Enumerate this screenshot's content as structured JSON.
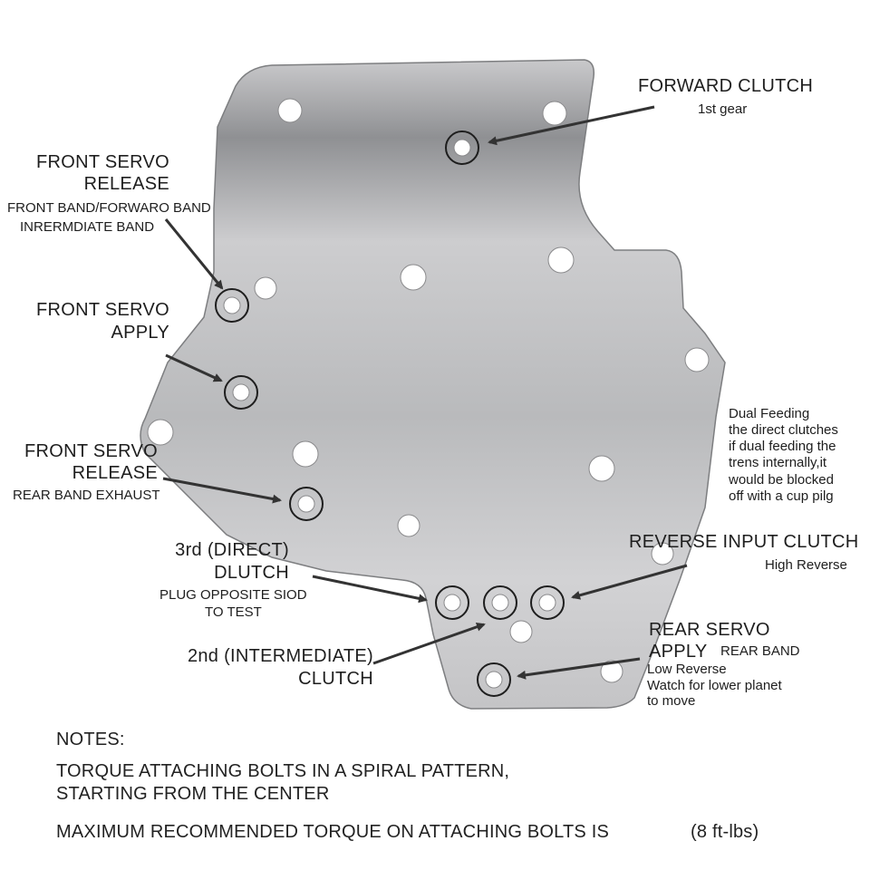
{
  "colors": {
    "plate_light": "#cfcfd1",
    "plate_dark": "#8e8f92",
    "stroke": "#222222",
    "arrow": "#333333"
  },
  "labels": {
    "forward_clutch": {
      "title": "FORWARD CLUTCH",
      "sub": "1st gear"
    },
    "front_servo_release_top": {
      "line1": "FRONT SERVO",
      "line2": "RELEASE",
      "sub1": "FRONT BAND/FORWARO BAND",
      "sub2": "INRERMDIATE BAND"
    },
    "front_servo_apply": {
      "line1": "FRONT SERVO",
      "line2": "APPLY"
    },
    "front_servo_release_bottom": {
      "line1": "FRONT SERVO",
      "line2": "RELEASE",
      "sub": "REAR BAND EXHAUST"
    },
    "direct_clutch": {
      "line1": "3rd (DIRECT)",
      "line2": "DLUTCH",
      "sub1": "PLUG OPPOSITE SIOD",
      "sub2": "TO TEST"
    },
    "intermediate_clutch": {
      "line1": "2nd (INTERMEDIATE)",
      "line2": "CLUTCH"
    },
    "dual_feeding": {
      "lines": [
        "Dual Feeding",
        "the direct clutches",
        "if dual feeding the",
        "trens internally,it",
        "would be blocked",
        "off with a cup pilg"
      ]
    },
    "reverse_input_clutch": {
      "title": "REVERSE INPUT CLUTCH",
      "sub": "High Reverse"
    },
    "rear_servo": {
      "line1": "REAR SERVO",
      "line2": "APPLY",
      "band": "REAR BAND",
      "sub1": "Low Reverse",
      "sub2": "Watch for lower planet",
      "sub3": "to move"
    }
  },
  "notes": {
    "heading": "NOTES:",
    "line1": "TORQUE ATTACHING BOLTS IN A SPIRAL PATTERN,",
    "line2": "STARTING FROM THE CENTER",
    "line3": "MAXIMUM RECOMMENDED TORQUE ON ATTACHING BOLTS IS",
    "torque": "(8 ft-lbs)"
  }
}
